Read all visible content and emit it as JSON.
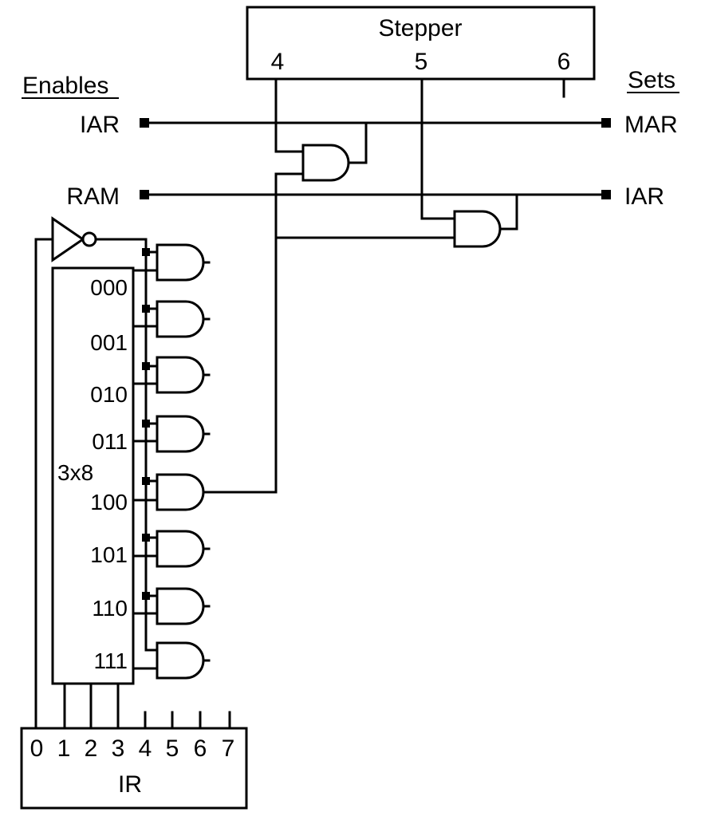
{
  "stepper": {
    "title": "Stepper",
    "steps": [
      "4",
      "5",
      "6"
    ]
  },
  "enables": {
    "header": "Enables",
    "items": [
      "IAR",
      "RAM"
    ]
  },
  "sets": {
    "header": "Sets",
    "items": [
      "MAR",
      "IAR"
    ]
  },
  "decoder": {
    "label": "3x8",
    "outputs": [
      "000",
      "001",
      "010",
      "011",
      "100",
      "101",
      "110",
      "111"
    ]
  },
  "ir": {
    "label": "IR",
    "bits": [
      "0",
      "1",
      "2",
      "3",
      "4",
      "5",
      "6",
      "7"
    ]
  }
}
